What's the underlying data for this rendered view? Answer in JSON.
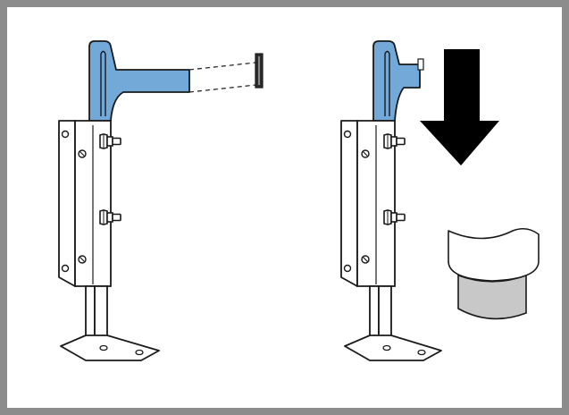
{
  "figure": {
    "left_panel": {
      "elements": [
        "mounting-bracket",
        "blue-slide-bracket",
        "end-cap-part",
        "guide-dashed-lines",
        "bolt-upper",
        "bolt-lower"
      ]
    },
    "right_panel": {
      "elements": [
        "mounting-bracket",
        "blue-slide-bracket-assembled",
        "down-arrow",
        "rubber-foot-cap"
      ]
    },
    "colors": {
      "frame": "#8c8c8c",
      "bracket_blue": "#72a9d9",
      "outline": "#1a1a1a",
      "arrow": "#000000",
      "cap_gray": "#c8c8c8",
      "background": "#ffffff"
    }
  }
}
